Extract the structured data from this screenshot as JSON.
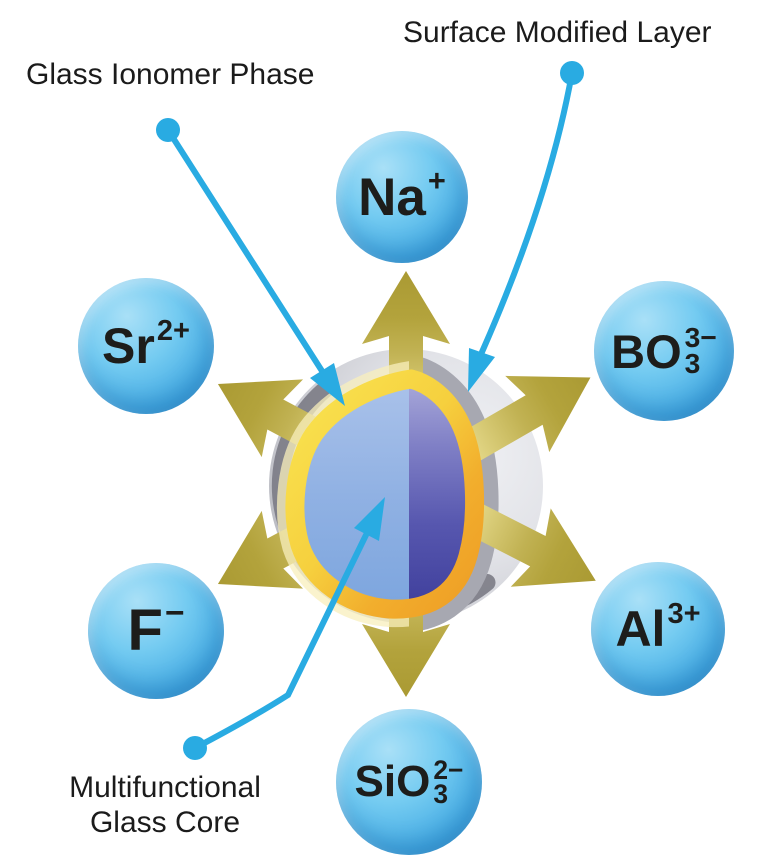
{
  "figure": {
    "type": "scientific-diagram",
    "subject": "Surface modified glass ionomer particle releasing ions"
  },
  "labels": {
    "glass_ionomer_phase": "Glass Ionomer Phase",
    "surface_modified_layer": "Surface Modified Layer",
    "multifunctional_glass_core_line1": "Multifunctional",
    "multifunctional_glass_core_line2": "Glass Core"
  },
  "ions": [
    {
      "name": "sodium",
      "main": "Na",
      "sup": "+",
      "sub": "",
      "position": "top"
    },
    {
      "name": "strontium",
      "main": "Sr",
      "sup": "2+",
      "sub": "",
      "position": "upper-left"
    },
    {
      "name": "borate",
      "main": "BO",
      "sup": "3−",
      "sub": "3",
      "position": "upper-right"
    },
    {
      "name": "fluoride",
      "main": "F",
      "sup": "−",
      "sub": "",
      "position": "lower-left"
    },
    {
      "name": "aluminium",
      "main": "Al",
      "sup": "3+",
      "sub": "",
      "position": "lower-right"
    },
    {
      "name": "silicate",
      "main": "SiO",
      "sup": "2−",
      "sub": "3",
      "position": "bottom"
    }
  ],
  "colors": {
    "background": "#FFFFFF",
    "pointer_blue": "#29ABE2",
    "release_arrow_gold": "#B3A33C",
    "release_arrow_pale": "#EDE49C",
    "ionomer_ring_yellow": "#F6D63F",
    "ionomer_rim_orange": "#F0A52A",
    "core_left_blue": "#8FB0E2",
    "core_right_purple": "#4A4AA8",
    "outer_sphere_gray": "#CFD0D6",
    "sphere_shadow_gray": "#7B7B85",
    "ion_sphere_blue": "#46ACE4",
    "text_black": "#1B1B1B"
  }
}
